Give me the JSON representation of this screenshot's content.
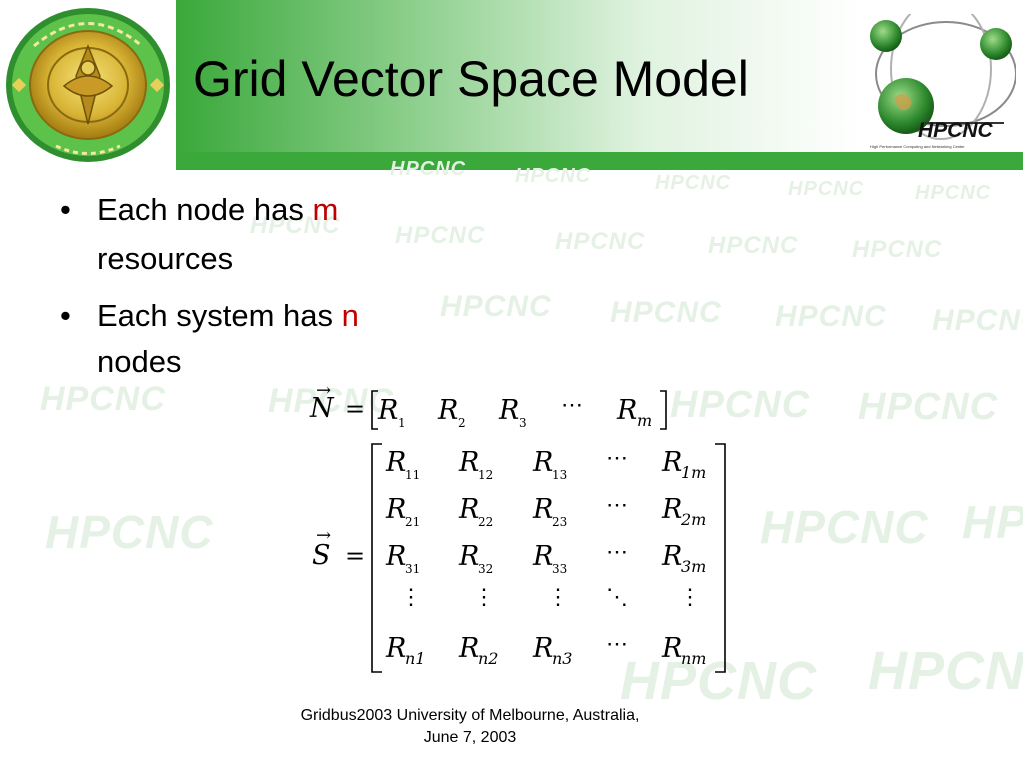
{
  "slide": {
    "title": "Grid Vector Space Model",
    "bullets": [
      {
        "text": "Each node has ",
        "highlight": "m",
        "rest": "resources"
      },
      {
        "text": "Each system has ",
        "highlight": "n",
        "rest": "nodes"
      }
    ],
    "bullet_glyph": "•",
    "footer_line1": "Gridbus2003 University of Melbourne, Australia,",
    "footer_line2": "June 7, 2003",
    "watermark_text": "HPCNC"
  },
  "logos": {
    "right": {
      "text": "HPCNC",
      "tagline": "High Performance Computing and Networking Center"
    }
  },
  "math": {
    "N": {
      "lhs": "N",
      "eq": "=",
      "terms": [
        [
          "R",
          "1"
        ],
        [
          "R",
          "2"
        ],
        [
          "R",
          "3"
        ],
        [
          "⋯",
          ""
        ],
        [
          "R",
          "m"
        ]
      ]
    },
    "S": {
      "lhs": "S",
      "eq": "=",
      "rows": [
        [
          [
            "R",
            "11"
          ],
          [
            "R",
            "12"
          ],
          [
            "R",
            "13"
          ],
          [
            "⋯",
            ""
          ],
          [
            "R",
            "1m"
          ]
        ],
        [
          [
            "R",
            "21"
          ],
          [
            "R",
            "22"
          ],
          [
            "R",
            "23"
          ],
          [
            "⋯",
            ""
          ],
          [
            "R",
            "2m"
          ]
        ],
        [
          [
            "R",
            "31"
          ],
          [
            "R",
            "32"
          ],
          [
            "R",
            "33"
          ],
          [
            "⋯",
            ""
          ],
          [
            "R",
            "3m"
          ]
        ],
        [
          [
            "⋮",
            ""
          ],
          [
            "⋮",
            ""
          ],
          [
            "⋮",
            ""
          ],
          [
            "⋱",
            ""
          ],
          [
            "⋮",
            ""
          ]
        ],
        [
          [
            "R",
            "n1"
          ],
          [
            "R",
            "n2"
          ],
          [
            "R",
            "n3"
          ],
          [
            "⋯",
            ""
          ],
          [
            "R",
            "nm"
          ]
        ]
      ]
    }
  },
  "colors": {
    "header_green": "#3aa83a",
    "highlight_red": "#c00000",
    "watermark": "#e4f1e4"
  }
}
